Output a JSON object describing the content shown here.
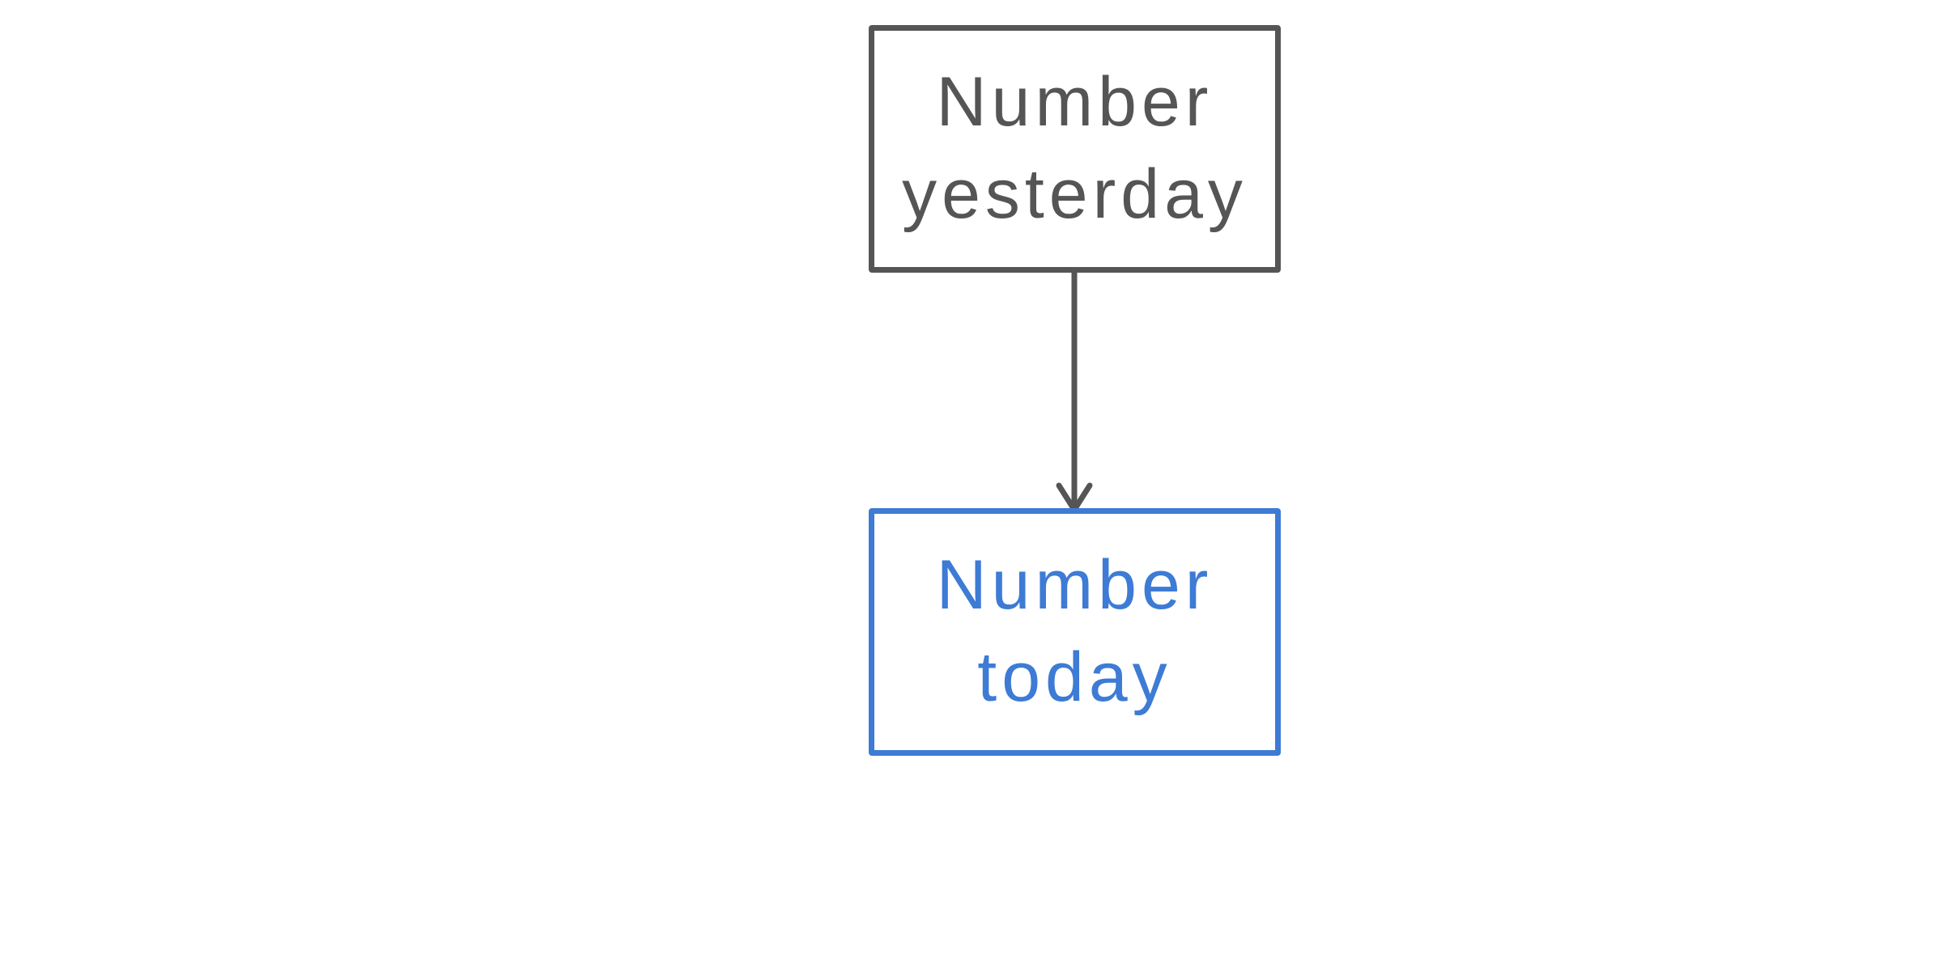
{
  "diagram": {
    "nodes": [
      {
        "id": "yesterday",
        "lines": [
          "Number",
          "yesterday"
        ],
        "color": "#555555"
      },
      {
        "id": "today",
        "lines": [
          "Number",
          "today"
        ],
        "color": "#3d7bd5"
      }
    ],
    "edges": [
      {
        "from": "yesterday",
        "to": "today",
        "color": "#555555"
      }
    ]
  }
}
